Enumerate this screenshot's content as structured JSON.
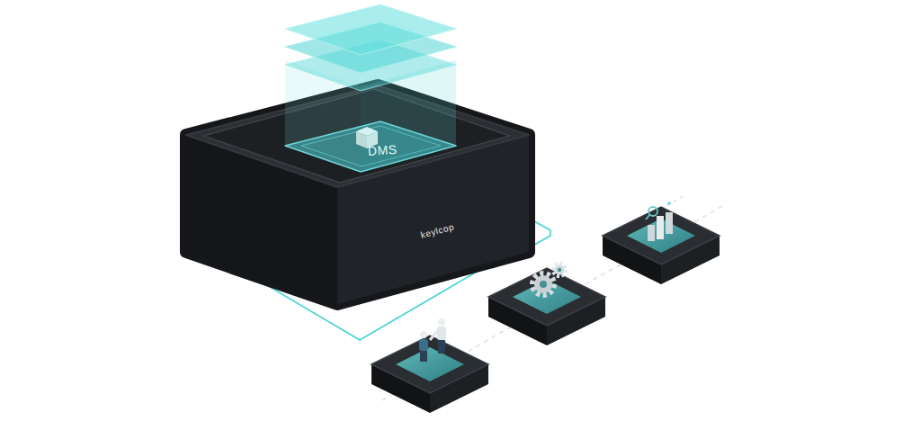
{
  "diagram": {
    "nodes": [
      {
        "text": [
          "keylcop"
        ]
      },
      {
        "text": [
          "DMS"
        ],
        "in": 0
      }
    ]
  }
}
